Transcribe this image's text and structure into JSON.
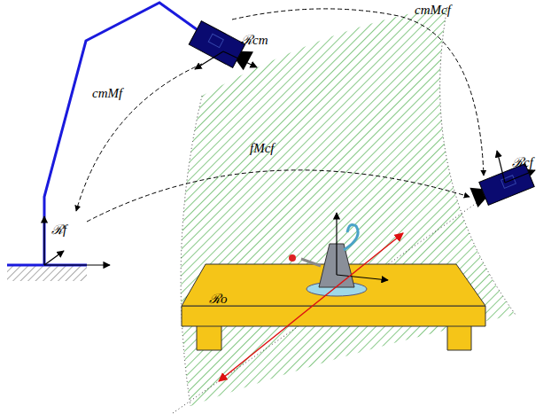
{
  "diagram": {
    "labels": [
      "ℛcm",
      "cmMcf",
      "cmMf",
      "fMcf",
      "ℛcf",
      "ℛf",
      "ℛo"
    ]
  }
}
